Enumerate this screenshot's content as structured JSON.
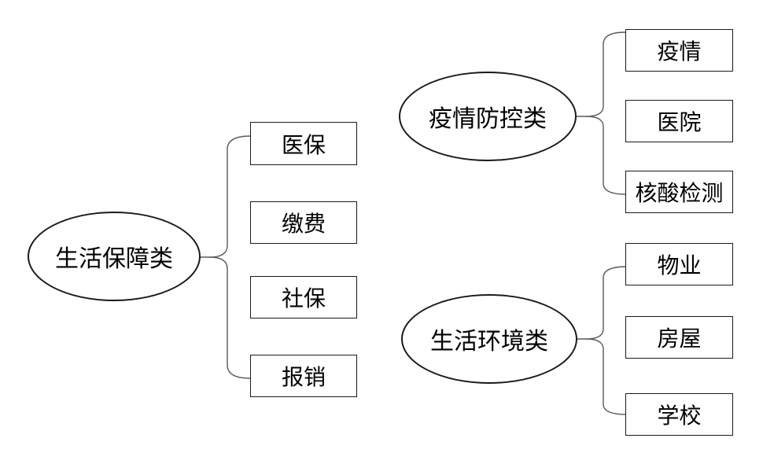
{
  "diagram": {
    "clusters": [
      {
        "id": "life-security",
        "label": "生活保障类",
        "children": [
          "医保",
          "缴费",
          "社保",
          "报销"
        ]
      },
      {
        "id": "epidemic-control",
        "label": "疫情防控类",
        "children": [
          "疫情",
          "医院",
          "核酸检测"
        ]
      },
      {
        "id": "living-environment",
        "label": "生活环境类",
        "children": [
          "物业",
          "房屋",
          "学校"
        ]
      }
    ],
    "colors": {
      "background": "#ffffff",
      "shape_border": "#1a1a1a",
      "connector": "#595959",
      "text": "#000000"
    }
  }
}
